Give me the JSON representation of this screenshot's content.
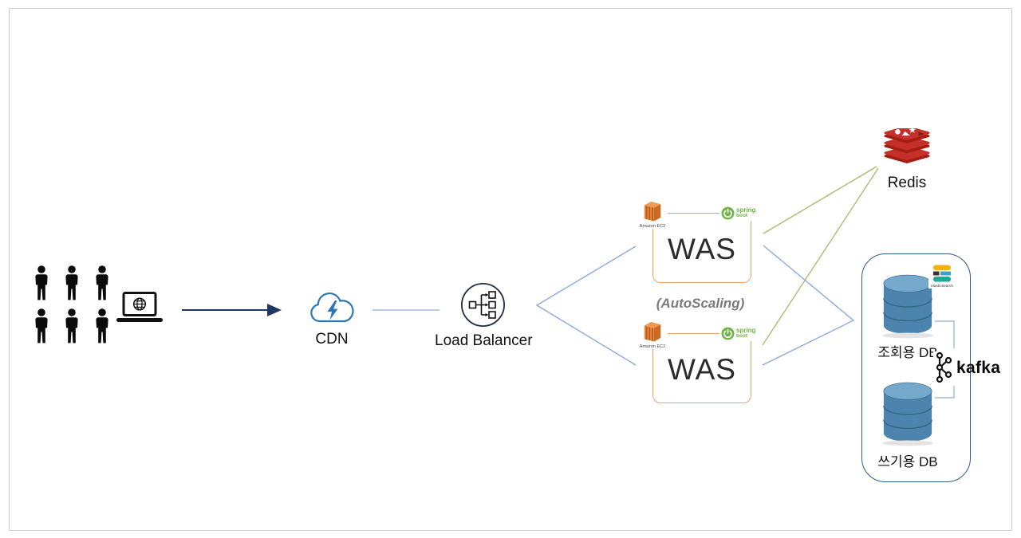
{
  "nodes": {
    "cdn": {
      "label": "CDN"
    },
    "load_balancer": {
      "label": "Load Balancer"
    },
    "was_instances": [
      {
        "label": "WAS",
        "ec2_caption": "Amazon EC2",
        "spring_text_top": "spring",
        "spring_text_bottom": "boot"
      },
      {
        "label": "WAS",
        "ec2_caption": "Amazon EC2",
        "spring_text_top": "spring",
        "spring_text_bottom": "boot"
      }
    ],
    "autoscaling_note": "(AutoScaling)",
    "redis": {
      "label": "Redis"
    },
    "data_store": {
      "read_db": {
        "label": "조회용 DB"
      },
      "write_db": {
        "label": "쓰기용 DB"
      },
      "elasticsearch_caption": "elasticsearch",
      "kafka_label": "kafka"
    }
  },
  "colors": {
    "arrow_dark": "#203864",
    "link_blue": "#8EA9DB",
    "link_blue_light": "#B8CCE4",
    "link_green": "#A6BE6E",
    "box_orange": "#EDA167",
    "container_blue": "#2F5B8C",
    "cdn_blue": "#2E75B6",
    "spring_green": "#6DB33F",
    "redis_red": "#C6302B",
    "db_blue": "#4C84AD"
  }
}
